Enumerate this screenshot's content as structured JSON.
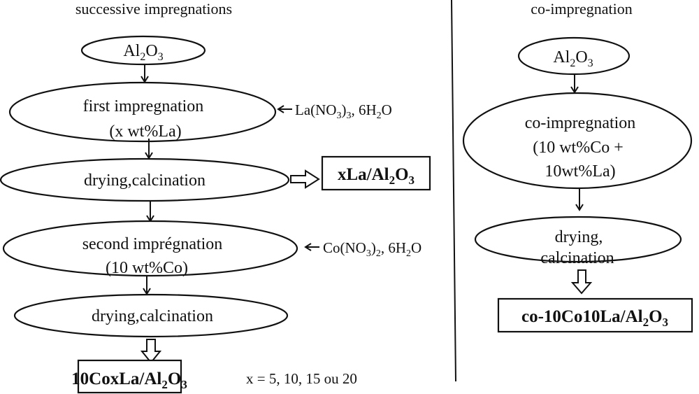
{
  "colors": {
    "ink": "#111111",
    "background": "#ffffff"
  },
  "sections": {
    "successive": {
      "heading": "successive impregnations",
      "start_node": {
        "base": "Al",
        "sub1": "2",
        "mid": "O",
        "sub2": "3"
      },
      "first_impregnation": {
        "line1": "first impregnation",
        "line2": "(x wt%La)"
      },
      "la_precursor": {
        "pre": "La(NO",
        "sub1": "3",
        "mid": ")",
        "sub2": "3",
        "post": ", 6H",
        "sub3": "2",
        "end": "O"
      },
      "drying1": {
        "label": "drying,calcination"
      },
      "intermediate_product": {
        "pre": "xLa/Al",
        "sub1": "2",
        "mid": "O",
        "sub2": "3"
      },
      "second_impregnation": {
        "line1": "second imprégnation",
        "line2": "(10 wt%Co)"
      },
      "co_precursor": {
        "pre": "Co(NO",
        "sub1": "3",
        "mid": ")",
        "sub2": "2",
        "post": ", 6H",
        "sub3": "2",
        "end": "O"
      },
      "drying2": {
        "label": "drying,calcination"
      },
      "final_product": {
        "pre": "10CoxLa/Al",
        "sub1": "2",
        "mid": "O",
        "sub2": "3"
      },
      "x_values_note": "x = 5, 10, 15 ou 20"
    },
    "co_impregnation": {
      "heading": "co-impregnation",
      "start_node": {
        "base": "Al",
        "sub1": "2",
        "mid": "O",
        "sub2": "3"
      },
      "co_impregnation_node": {
        "line1": "co-impregnation",
        "line2": "(10 wt%Co +",
        "line3": "10wt%La)"
      },
      "drying": {
        "line1": "drying,",
        "line2": "calcination"
      },
      "final_product": {
        "pre": "co-10Co10La/Al",
        "sub1": "2",
        "mid": "O",
        "sub2": "3"
      }
    }
  }
}
